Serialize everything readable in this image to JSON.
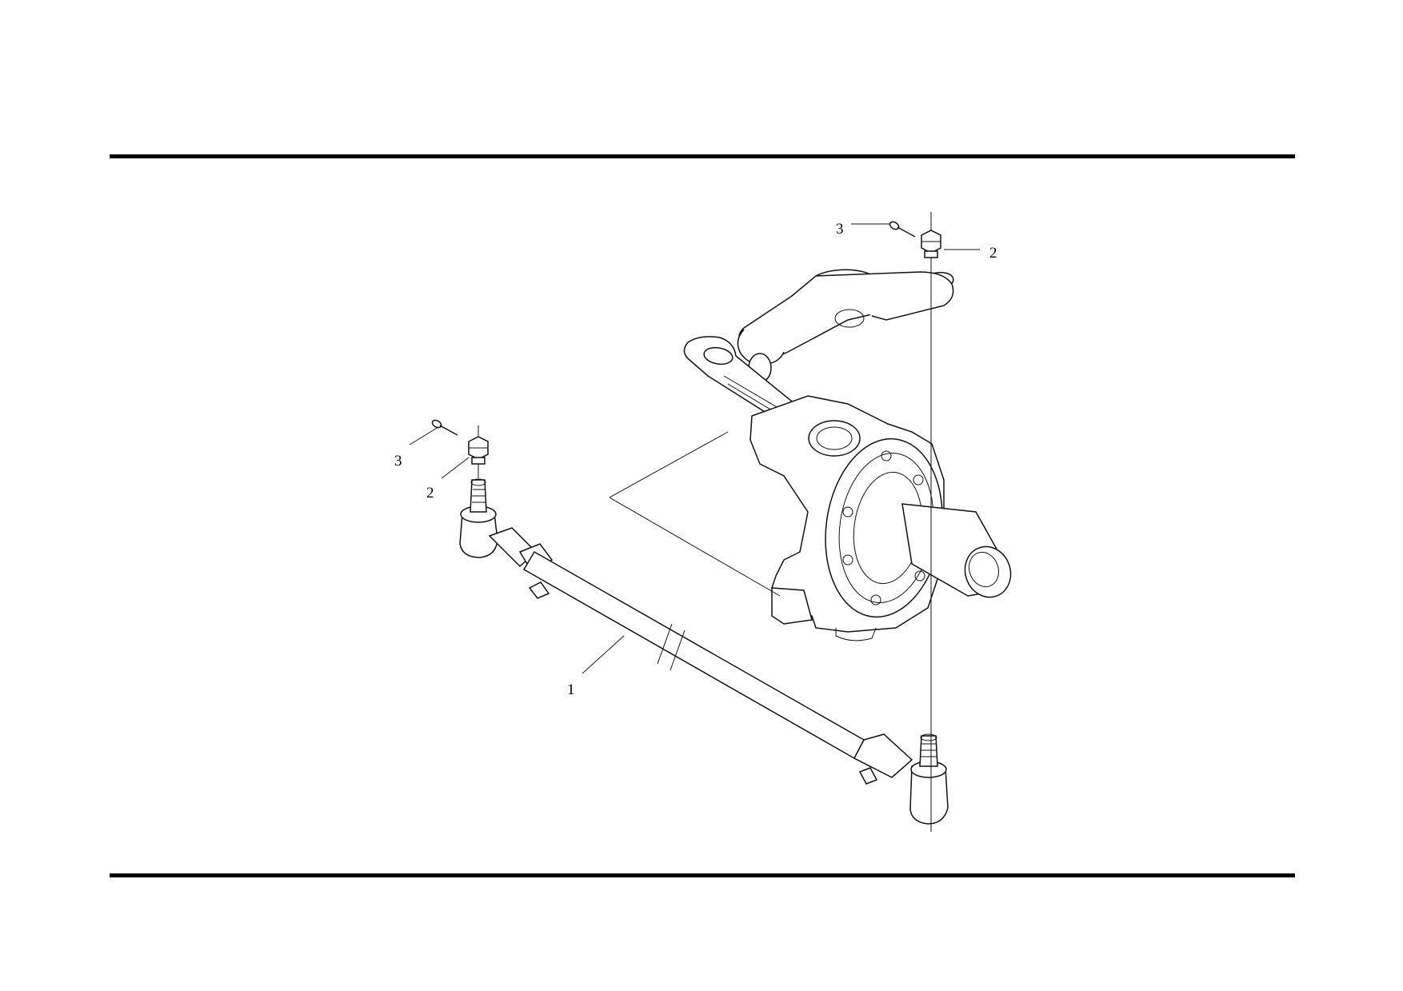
{
  "callouts": {
    "tie_rod": "1",
    "nut_left": "2",
    "nut_right": "2",
    "pin_left": "3",
    "pin_right": "3"
  }
}
